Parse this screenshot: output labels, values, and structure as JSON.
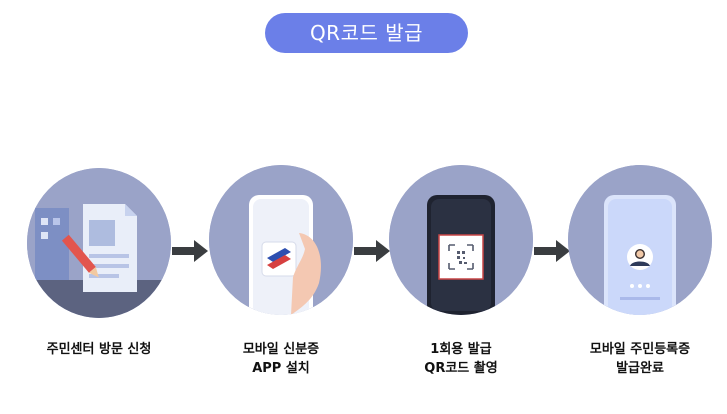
{
  "header": {
    "title": "QR코드 발급"
  },
  "steps": [
    {
      "lines": [
        "주민센터 방문 신청"
      ],
      "icon": "document-pen-icon"
    },
    {
      "lines": [
        "모바일 신분증",
        "APP 설치"
      ],
      "icon": "phone-app-icon"
    },
    {
      "lines": [
        "1회용 발급",
        "QR코드 촬영"
      ],
      "icon": "phone-qr-icon"
    },
    {
      "lines": [
        "모바일 주민등록증",
        "발급완료"
      ],
      "icon": "phone-id-icon"
    }
  ],
  "colors": {
    "accent": "#6b7fe8",
    "circle": "#9aa3c8",
    "arrow": "#3a3d40",
    "text": "#111111"
  }
}
